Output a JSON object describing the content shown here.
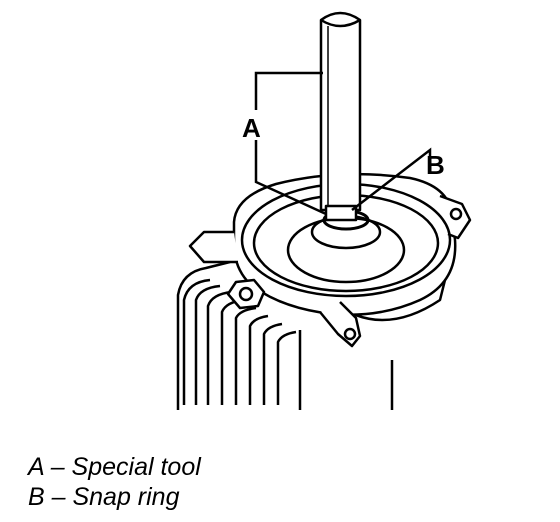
{
  "figure": {
    "callouts": [
      {
        "letter": "A"
      },
      {
        "letter": "B"
      }
    ]
  },
  "legend": {
    "items": [
      {
        "text": "A – Special tool"
      },
      {
        "text": "B – Snap ring"
      }
    ]
  }
}
